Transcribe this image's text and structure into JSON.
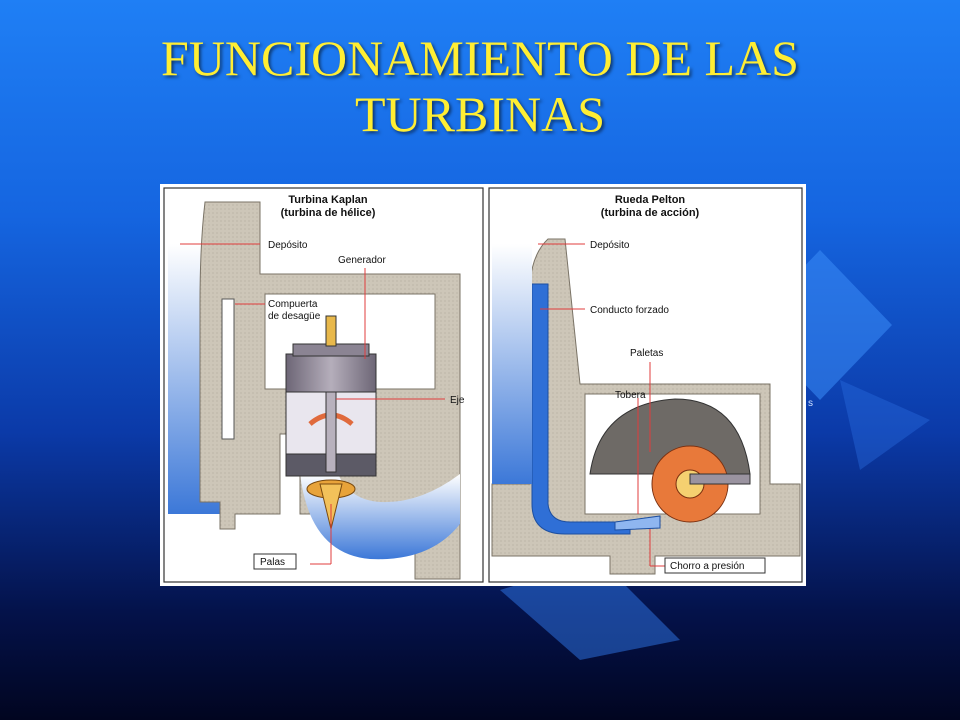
{
  "title": {
    "line1": "FUNCIONAMIENTO DE LAS",
    "line2": "TURBINAS"
  },
  "colors": {
    "title": "#ffee33",
    "concrete": "#c9c2b4",
    "water": "#2f6fd6",
    "leader": "#e03c3c"
  },
  "kaplan": {
    "heading1": "Turbina Kaplan",
    "heading2": "(turbina de hélice)",
    "labels": {
      "deposito": "Depósito",
      "generador": "Generador",
      "compuerta1": "Compuerta",
      "compuerta2": "de desagüe",
      "eje": "Eje",
      "palas": "Palas"
    }
  },
  "pelton": {
    "heading1": "Rueda Pelton",
    "heading2": "(turbina de acción)",
    "labels": {
      "deposito": "Depósito",
      "conducto": "Conducto forzado",
      "paletas": "Paletas",
      "tobera": "Tobera",
      "chorro": "Chorro a presión"
    }
  },
  "stray_text": "s"
}
